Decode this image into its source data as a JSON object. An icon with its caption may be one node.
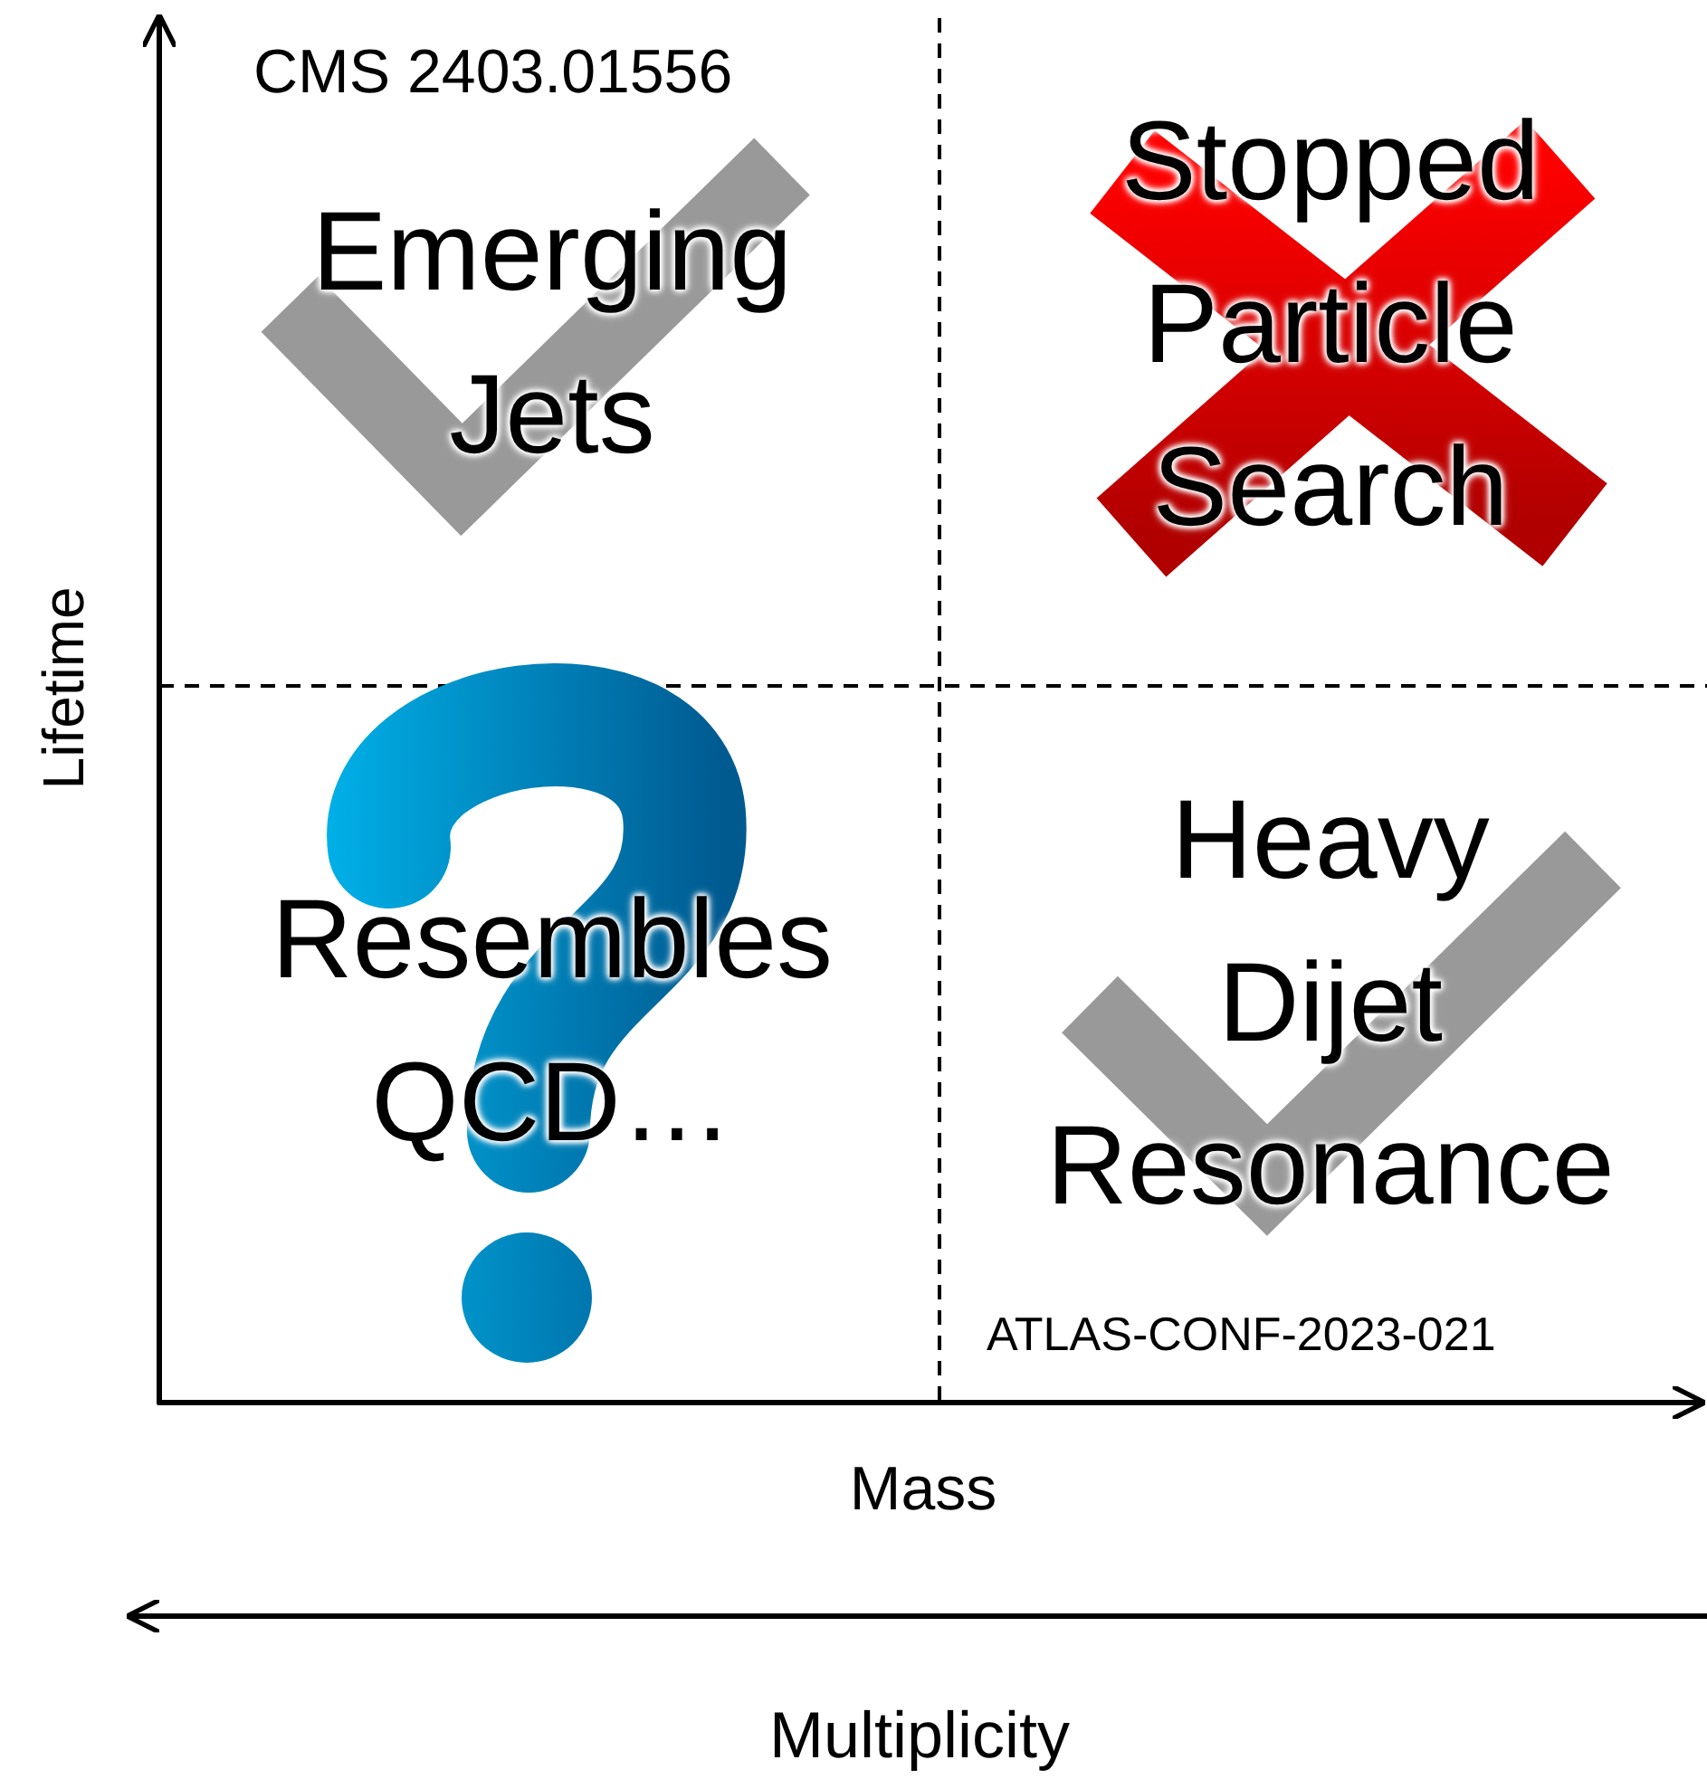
{
  "diagram": {
    "labels": [
      "CMS 2403.01556",
      "Emerging Jets",
      "Stopped Particle Search",
      "Lifetime",
      "Resembles QCD…",
      "Heavy Dijet Resonance",
      "ATLAS-CONF-2023-021",
      "Mass",
      "Multiplicity"
    ]
  }
}
